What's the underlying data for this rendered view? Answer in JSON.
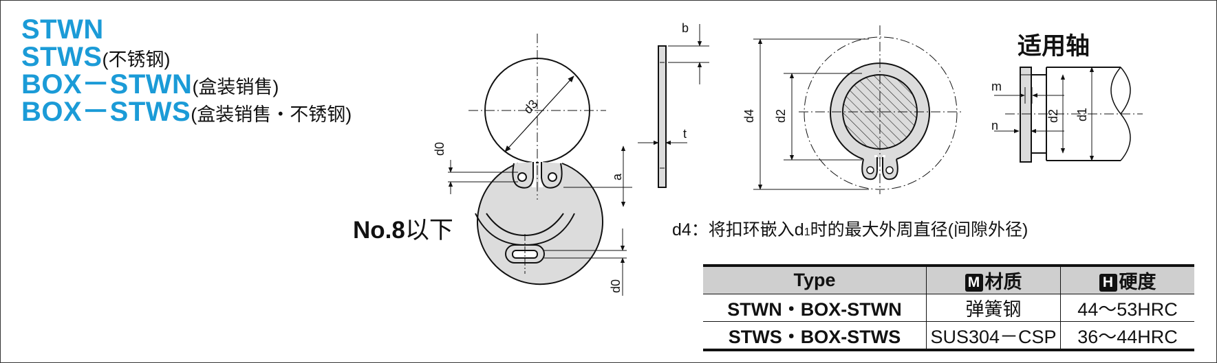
{
  "header": {
    "lines": [
      {
        "main": "STWN",
        "sub": ""
      },
      {
        "main": "STWS",
        "sub": "(不锈钢)"
      },
      {
        "main": "BOX－STWN",
        "sub": "(盒装销售)"
      },
      {
        "main": "BOX－STWS",
        "sub": "(盒装销售・不锈钢)"
      }
    ]
  },
  "drawing": {
    "labels": {
      "d3": "d3",
      "d0": "d0",
      "a": "a",
      "b": "b",
      "t": "t",
      "d4": "d4",
      "d2": "d2",
      "d1": "d1",
      "m": "m",
      "n": "n",
      "d0_small": "d0"
    },
    "below_size": {
      "prefix": "No.8",
      "suffix": "以下"
    },
    "applied_shaft": "适用轴",
    "note": {
      "head": "d4：将扣环嵌入d",
      "sub": "1",
      "tail": "时的最大外周直径(间隙外径)"
    }
  },
  "spec_table": {
    "headers": {
      "type": "Type",
      "material_badge": "M",
      "material": "材质",
      "hardness_badge": "H",
      "hardness": "硬度"
    },
    "rows": [
      {
        "type": "STWN・BOX-STWN",
        "material": "弹簧钢",
        "hardness": "44～53HRC"
      },
      {
        "type": "STWS・BOX-STWS",
        "material": "SUS304－CSP",
        "hardness": "36～44HRC"
      }
    ]
  },
  "colors": {
    "accent": "#1b9bd7",
    "text": "#111111",
    "header_bg": "#cfcfcf"
  }
}
